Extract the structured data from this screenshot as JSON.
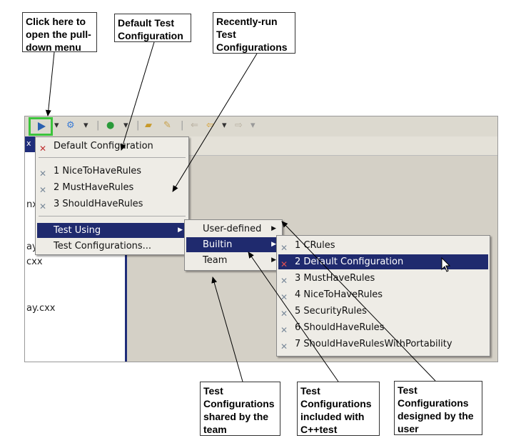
{
  "callouts": {
    "pulldown": [
      "Click here to",
      "open the pull-",
      "down menu"
    ],
    "default_cfg": [
      "Default Test",
      "Configuration"
    ],
    "recent": [
      "Recently-run",
      "Test",
      "Configurations"
    ],
    "shared": [
      "Test",
      "Configurations",
      "shared by the",
      "team"
    ],
    "included": [
      "Test",
      "Configurations",
      "included with",
      "C++test"
    ],
    "designed": [
      "Test",
      "Configurations",
      "designed by the",
      "user"
    ]
  },
  "editor": {
    "tab_label": "x",
    "lines": [
      "nx",
      "ay",
      "cxx",
      "ay.cxx"
    ]
  },
  "menu1": {
    "default_item": "Default Configuration",
    "recent_items": [
      "1 NiceToHaveRules",
      "2 MustHaveRules",
      "3 ShouldHaveRules"
    ],
    "test_using": "Test Using",
    "test_configs": "Test Configurations..."
  },
  "menu2": {
    "items": [
      "User-defined",
      "Builtin",
      "Team"
    ]
  },
  "menu3": {
    "items": [
      "1 CRules",
      "2 Default Configuration",
      "3 MustHaveRules",
      "4 NiceToHaveRules",
      "5 SecurityRules",
      "6 ShouldHaveRules",
      "7 ShouldHaveRulesWithPortability"
    ]
  },
  "colors": {
    "highlight": "#1f2a6e",
    "run_button_outline": "#3cc43c"
  }
}
